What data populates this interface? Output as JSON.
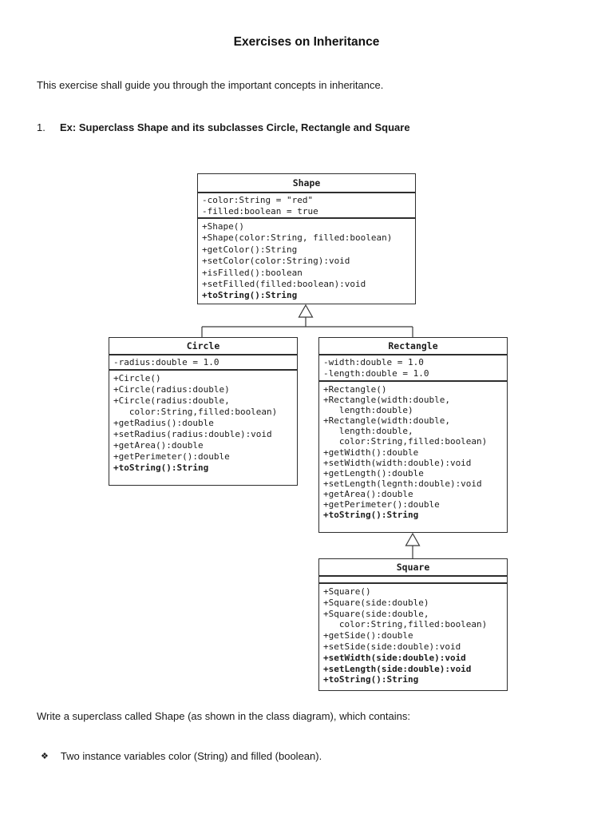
{
  "page": {
    "title": "Exercises on Inheritance",
    "intro": "This exercise shall guide you through the important concepts in inheritance.",
    "exercise_number": "1.",
    "exercise_heading": "Ex: Superclass Shape and its subclasses Circle, Rectangle and Square",
    "write_text": "Write a superclass called Shape (as shown in the class diagram), which contains:",
    "bullet_glyph": "❖",
    "bullet_text": "Two instance variables color (String) and filled (boolean)."
  },
  "colors": {
    "background": "#ffffff",
    "text": "#1a1a1a",
    "diagram_border": "#2e2e2e"
  },
  "diagram": {
    "classes": [
      {
        "name": "Shape",
        "attributes": [
          "-color:String = \"red\"",
          "-filled:boolean = true"
        ],
        "methods": [
          {
            "text": "+Shape()",
            "bold": false
          },
          {
            "text": "+Shape(color:String, filled:boolean)",
            "bold": false
          },
          {
            "text": "+getColor():String",
            "bold": false
          },
          {
            "text": "+setColor(color:String):void",
            "bold": false
          },
          {
            "text": "+isFilled():boolean",
            "bold": false
          },
          {
            "text": "+setFilled(filled:boolean):void",
            "bold": false
          },
          {
            "text": "+toString():String",
            "bold": true
          }
        ]
      },
      {
        "name": "Circle",
        "attributes": [
          "-radius:double = 1.0"
        ],
        "methods": [
          {
            "text": "+Circle()",
            "bold": false
          },
          {
            "text": "+Circle(radius:double)",
            "bold": false
          },
          {
            "text": "+Circle(radius:double,",
            "bold": false
          },
          {
            "text": "   color:String,filled:boolean)",
            "bold": false
          },
          {
            "text": "+getRadius():double",
            "bold": false
          },
          {
            "text": "+setRadius(radius:double):void",
            "bold": false
          },
          {
            "text": "+getArea():double",
            "bold": false
          },
          {
            "text": "+getPerimeter():double",
            "bold": false
          },
          {
            "text": "+toString():String",
            "bold": true
          }
        ]
      },
      {
        "name": "Rectangle",
        "attributes": [
          "-width:double = 1.0",
          "-length:double = 1.0"
        ],
        "methods": [
          {
            "text": "+Rectangle()",
            "bold": false
          },
          {
            "text": "+Rectangle(width:double,",
            "bold": false
          },
          {
            "text": "   length:double)",
            "bold": false
          },
          {
            "text": "+Rectangle(width:double,",
            "bold": false
          },
          {
            "text": "   length:double,",
            "bold": false
          },
          {
            "text": "   color:String,filled:boolean)",
            "bold": false
          },
          {
            "text": "+getWidth():double",
            "bold": false
          },
          {
            "text": "+setWidth(width:double):void",
            "bold": false
          },
          {
            "text": "+getLength():double",
            "bold": false
          },
          {
            "text": "+setLength(legnth:double):void",
            "bold": false
          },
          {
            "text": "+getArea():double",
            "bold": false
          },
          {
            "text": "+getPerimeter():double",
            "bold": false
          },
          {
            "text": "+toString():String",
            "bold": true
          }
        ]
      },
      {
        "name": "Square",
        "attributes": [],
        "methods": [
          {
            "text": "+Square()",
            "bold": false
          },
          {
            "text": "+Square(side:double)",
            "bold": false
          },
          {
            "text": "+Square(side:double,",
            "bold": false
          },
          {
            "text": "   color:String,filled:boolean)",
            "bold": false
          },
          {
            "text": "+getSide():double",
            "bold": false
          },
          {
            "text": "+setSide(side:double):void",
            "bold": false
          },
          {
            "text": "+setWidth(side:double):void",
            "bold": true
          },
          {
            "text": "+setLength(side:double):void",
            "bold": true
          },
          {
            "text": "+toString():String",
            "bold": true
          }
        ]
      }
    ]
  }
}
